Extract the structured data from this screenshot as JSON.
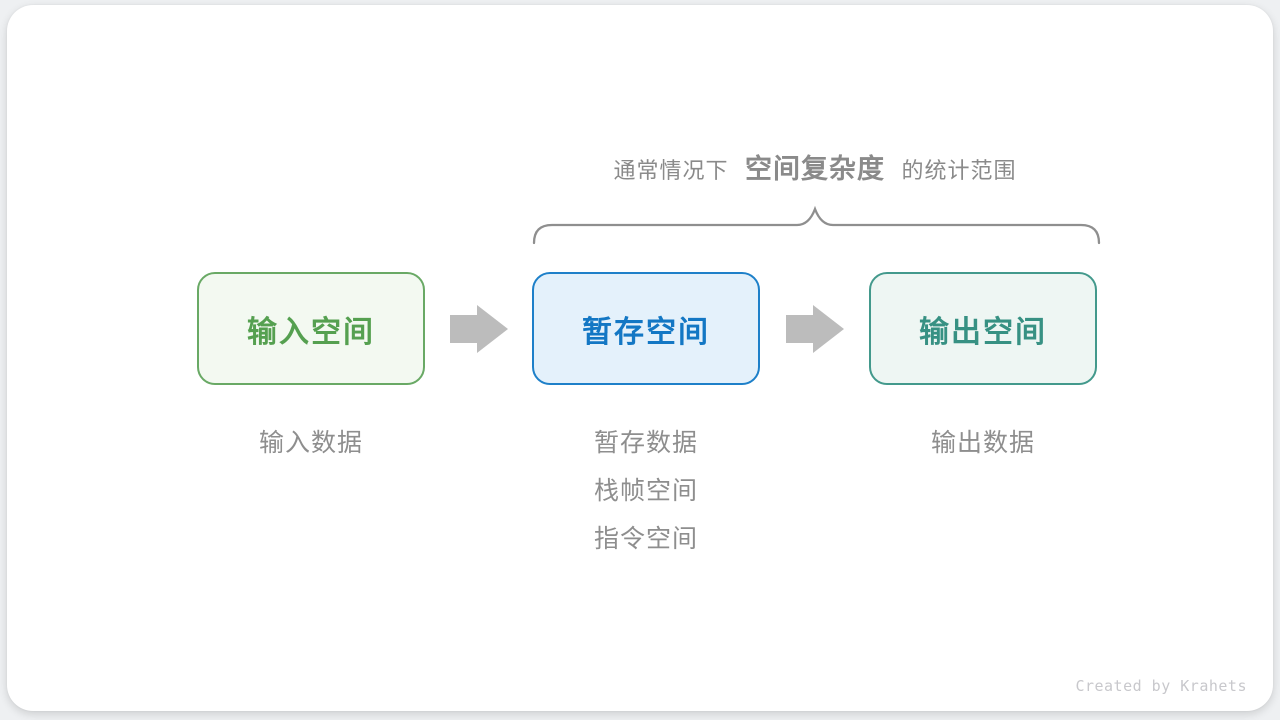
{
  "annotation": {
    "prefix": "通常情况下",
    "highlight": "空间复杂度",
    "suffix": "的统计范围",
    "text_color": "#8a8a8a"
  },
  "brace": {
    "color": "#8f8f8f",
    "spans_boxes": [
      "暂存空间",
      "输出空间"
    ]
  },
  "flow": {
    "boxes": [
      {
        "id": "input",
        "label": "输入空间",
        "text_color": "#55a050",
        "border_color": "#69a965",
        "background": "#f3f9f1"
      },
      {
        "id": "temp",
        "label": "暂存空间",
        "text_color": "#1377c4",
        "border_color": "#1e80c9",
        "background": "#e4f1fb"
      },
      {
        "id": "output",
        "label": "输出空间",
        "text_color": "#379183",
        "border_color": "#43998c",
        "background": "#eef6f3"
      }
    ],
    "arrow_color": "#bcbcbc"
  },
  "notes": {
    "input": [
      "输入数据"
    ],
    "temp": [
      "暂存数据",
      "栈帧空间",
      "指令空间"
    ],
    "output": [
      "输出数据"
    ],
    "text_color": "#8e8e8e"
  },
  "footer": {
    "credit": "Created by Krahets",
    "text_color": "#c8c8cc"
  }
}
